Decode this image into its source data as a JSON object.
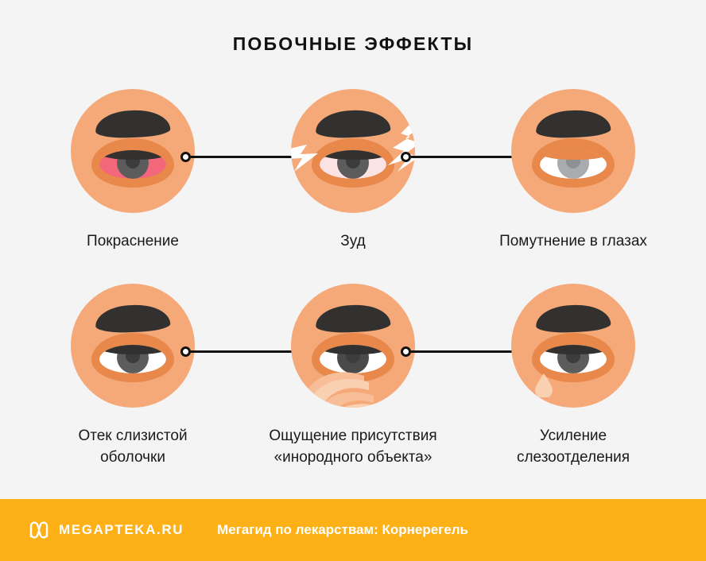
{
  "title": "ПОБОЧНЫЕ ЭФФЕКТЫ",
  "colors": {
    "background": "#F4F4F4",
    "skin": "#F5A978",
    "eyelid": "#E8884A",
    "brow": "#32312F",
    "redness": "#F4667A",
    "iris": "#5C5C5C",
    "cloudy_iris": "#A8ACAE",
    "connector": "#111111",
    "footer": "#FDB117",
    "footer_text": "#FFFFFF",
    "caption_text": "#1A1A1A"
  },
  "rows": [
    {
      "items": [
        {
          "icon": "eye-redness-icon",
          "caption_line1": "Покраснение",
          "caption_line2": ""
        },
        {
          "icon": "eye-itching-icon",
          "caption_line1": "Зуд",
          "caption_line2": ""
        },
        {
          "icon": "eye-clouding-icon",
          "caption_line1": "Помутнение в глазах",
          "caption_line2": ""
        }
      ]
    },
    {
      "items": [
        {
          "icon": "eye-swelling-icon",
          "caption_line1": "Отек слизистой",
          "caption_line2": "оболочки"
        },
        {
          "icon": "eye-foreign-object-icon",
          "caption_line1": "Ощущение присутствия",
          "caption_line2": "«инородного объекта»"
        },
        {
          "icon": "eye-tearing-icon",
          "caption_line1": "Усиление",
          "caption_line2": "слезоотделения"
        }
      ]
    }
  ],
  "footer": {
    "logo_icon": "megapteka-m-logo-icon",
    "brand": "MEGAPTEKA.RU",
    "tagline": "Мегагид по лекарствам: Корнерегель"
  }
}
